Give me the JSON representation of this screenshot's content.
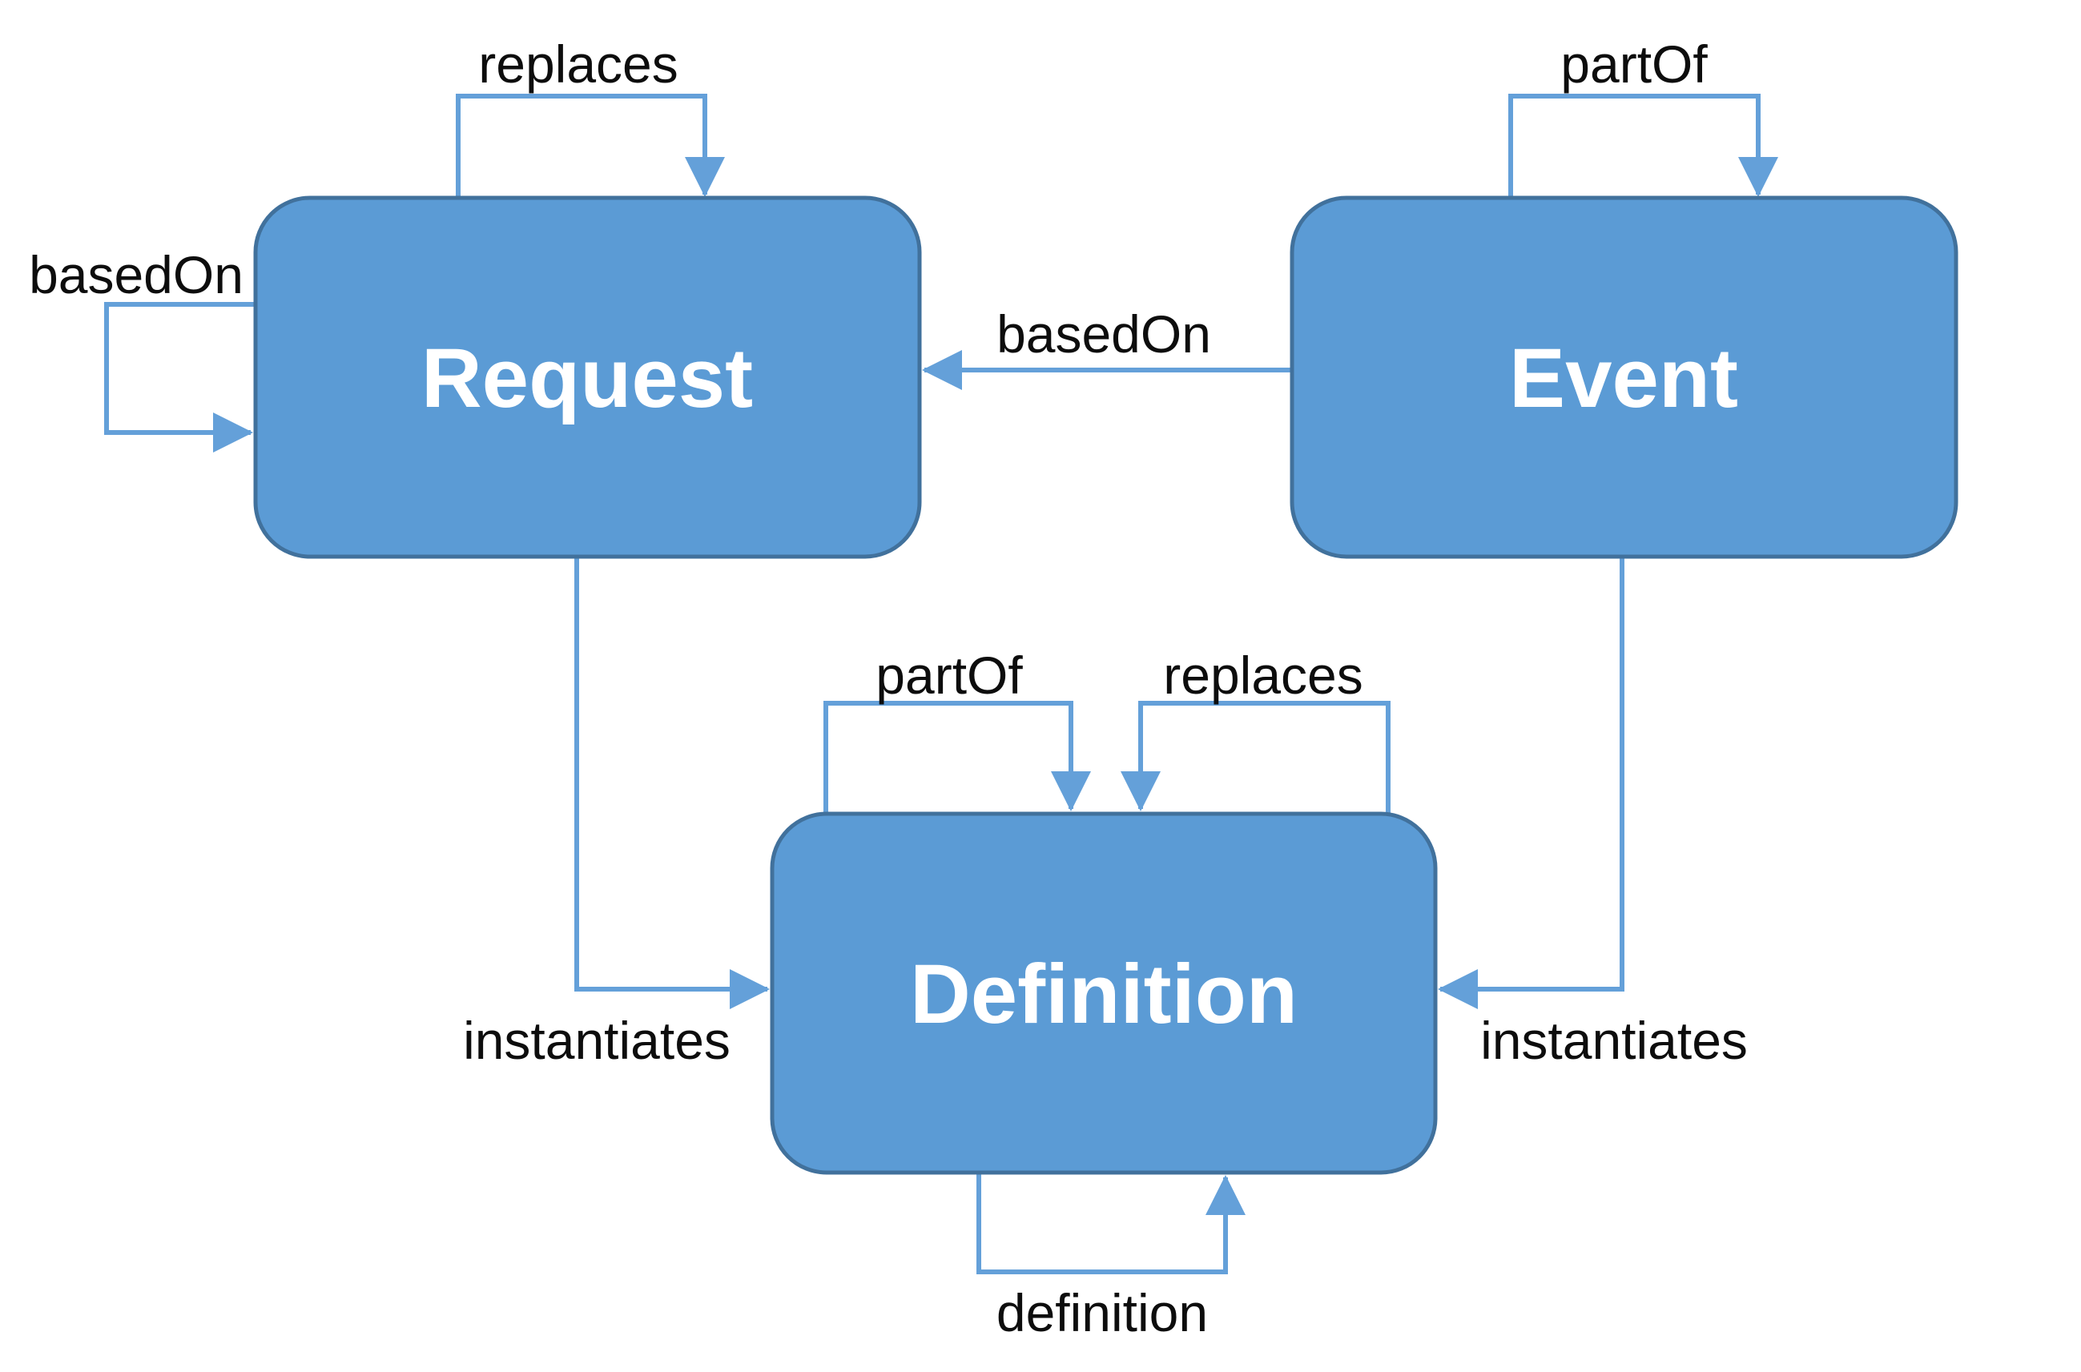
{
  "diagram": {
    "background_color": "#ffffff",
    "colors": {
      "node_fill": "#5b9bd5",
      "node_border": "#41719c",
      "arrow": "#64a0d9",
      "label_text": "#0d0d0d",
      "node_text": "#ffffff"
    },
    "nodes": {
      "request": {
        "label": "Request"
      },
      "event": {
        "label": "Event"
      },
      "definition": {
        "label": "Definition"
      }
    },
    "edges": {
      "request_replaces_self": {
        "label": "replaces"
      },
      "request_basedOn_self": {
        "label": "basedOn"
      },
      "event_partOf_self": {
        "label": "partOf"
      },
      "event_basedOn_request": {
        "label": "basedOn"
      },
      "request_instantiates_definition": {
        "label": "instantiates"
      },
      "event_instantiates_definition": {
        "label": "instantiates"
      },
      "definition_partOf_self": {
        "label": "partOf"
      },
      "definition_replaces_self": {
        "label": "replaces"
      },
      "definition_definition_self": {
        "label": "definition"
      }
    }
  }
}
